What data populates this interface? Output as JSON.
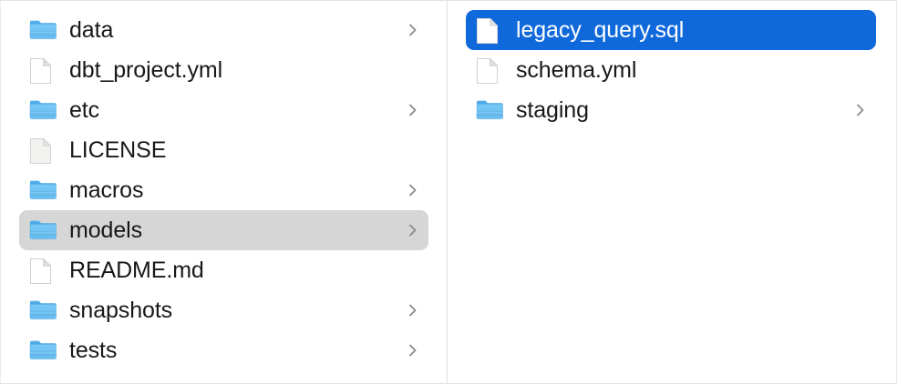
{
  "window": {
    "view_mode": "column",
    "accent_color": "#1069db",
    "inactive_selection_color": "#d6d6d6",
    "folder_icon_color": "#62b9ef",
    "text_color": "#17181a",
    "selected_text_color": "#ffffff"
  },
  "columns": [
    {
      "name": "parent-column",
      "items": [
        {
          "label": "data",
          "kind": "folder",
          "icon": "folder-icon",
          "has_disclosure": true,
          "selected": false,
          "selection_state": "none"
        },
        {
          "label": "dbt_project.yml",
          "kind": "file",
          "icon": "document-icon",
          "has_disclosure": false,
          "selected": false,
          "selection_state": "none"
        },
        {
          "label": "etc",
          "kind": "folder",
          "icon": "folder-icon",
          "has_disclosure": true,
          "selected": false,
          "selection_state": "none"
        },
        {
          "label": "LICENSE",
          "kind": "file",
          "icon": "plain-document-icon",
          "has_disclosure": false,
          "selected": false,
          "selection_state": "none"
        },
        {
          "label": "macros",
          "kind": "folder",
          "icon": "folder-icon",
          "has_disclosure": true,
          "selected": false,
          "selection_state": "none"
        },
        {
          "label": "models",
          "kind": "folder",
          "icon": "folder-icon",
          "has_disclosure": true,
          "selected": true,
          "selection_state": "inactive"
        },
        {
          "label": "README.md",
          "kind": "file",
          "icon": "document-icon",
          "has_disclosure": false,
          "selected": false,
          "selection_state": "none"
        },
        {
          "label": "snapshots",
          "kind": "folder",
          "icon": "folder-icon",
          "has_disclosure": true,
          "selected": false,
          "selection_state": "none"
        },
        {
          "label": "tests",
          "kind": "folder",
          "icon": "folder-icon",
          "has_disclosure": true,
          "selected": false,
          "selection_state": "none"
        }
      ]
    },
    {
      "name": "child-column",
      "items": [
        {
          "label": "legacy_query.sql",
          "kind": "file",
          "icon": "document-icon",
          "has_disclosure": false,
          "selected": true,
          "selection_state": "active"
        },
        {
          "label": "schema.yml",
          "kind": "file",
          "icon": "document-icon",
          "has_disclosure": false,
          "selected": false,
          "selection_state": "none"
        },
        {
          "label": "staging",
          "kind": "folder",
          "icon": "folder-icon",
          "has_disclosure": true,
          "selected": false,
          "selection_state": "none"
        }
      ]
    }
  ]
}
